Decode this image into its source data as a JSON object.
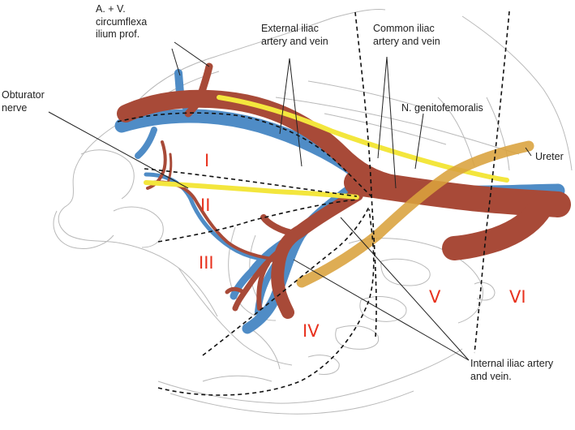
{
  "labels": {
    "circumflexa": [
      "A. + V.",
      "circumflexa",
      "ilium prof."
    ],
    "external_iliac": [
      "External iliac",
      "artery and vein"
    ],
    "common_iliac": [
      "Common iliac",
      "artery and vein"
    ],
    "obturator": [
      "Obturator",
      "nerve"
    ],
    "genitofemoralis": "N. genitofemoralis",
    "ureter": "Ureter",
    "internal_iliac": [
      "Internal iliac artery",
      "and vein."
    ]
  },
  "zones": [
    "I",
    "II",
    "III",
    "IV",
    "V",
    "VI"
  ],
  "colors": {
    "artery": "#a84a38",
    "vein": "#4f8cc6",
    "nerve": "#f3e63d",
    "ureter": "#d9a23c",
    "zone_label": "#e8321e",
    "bone_outline": "#b9b9b9",
    "leader_line": "#222222"
  }
}
